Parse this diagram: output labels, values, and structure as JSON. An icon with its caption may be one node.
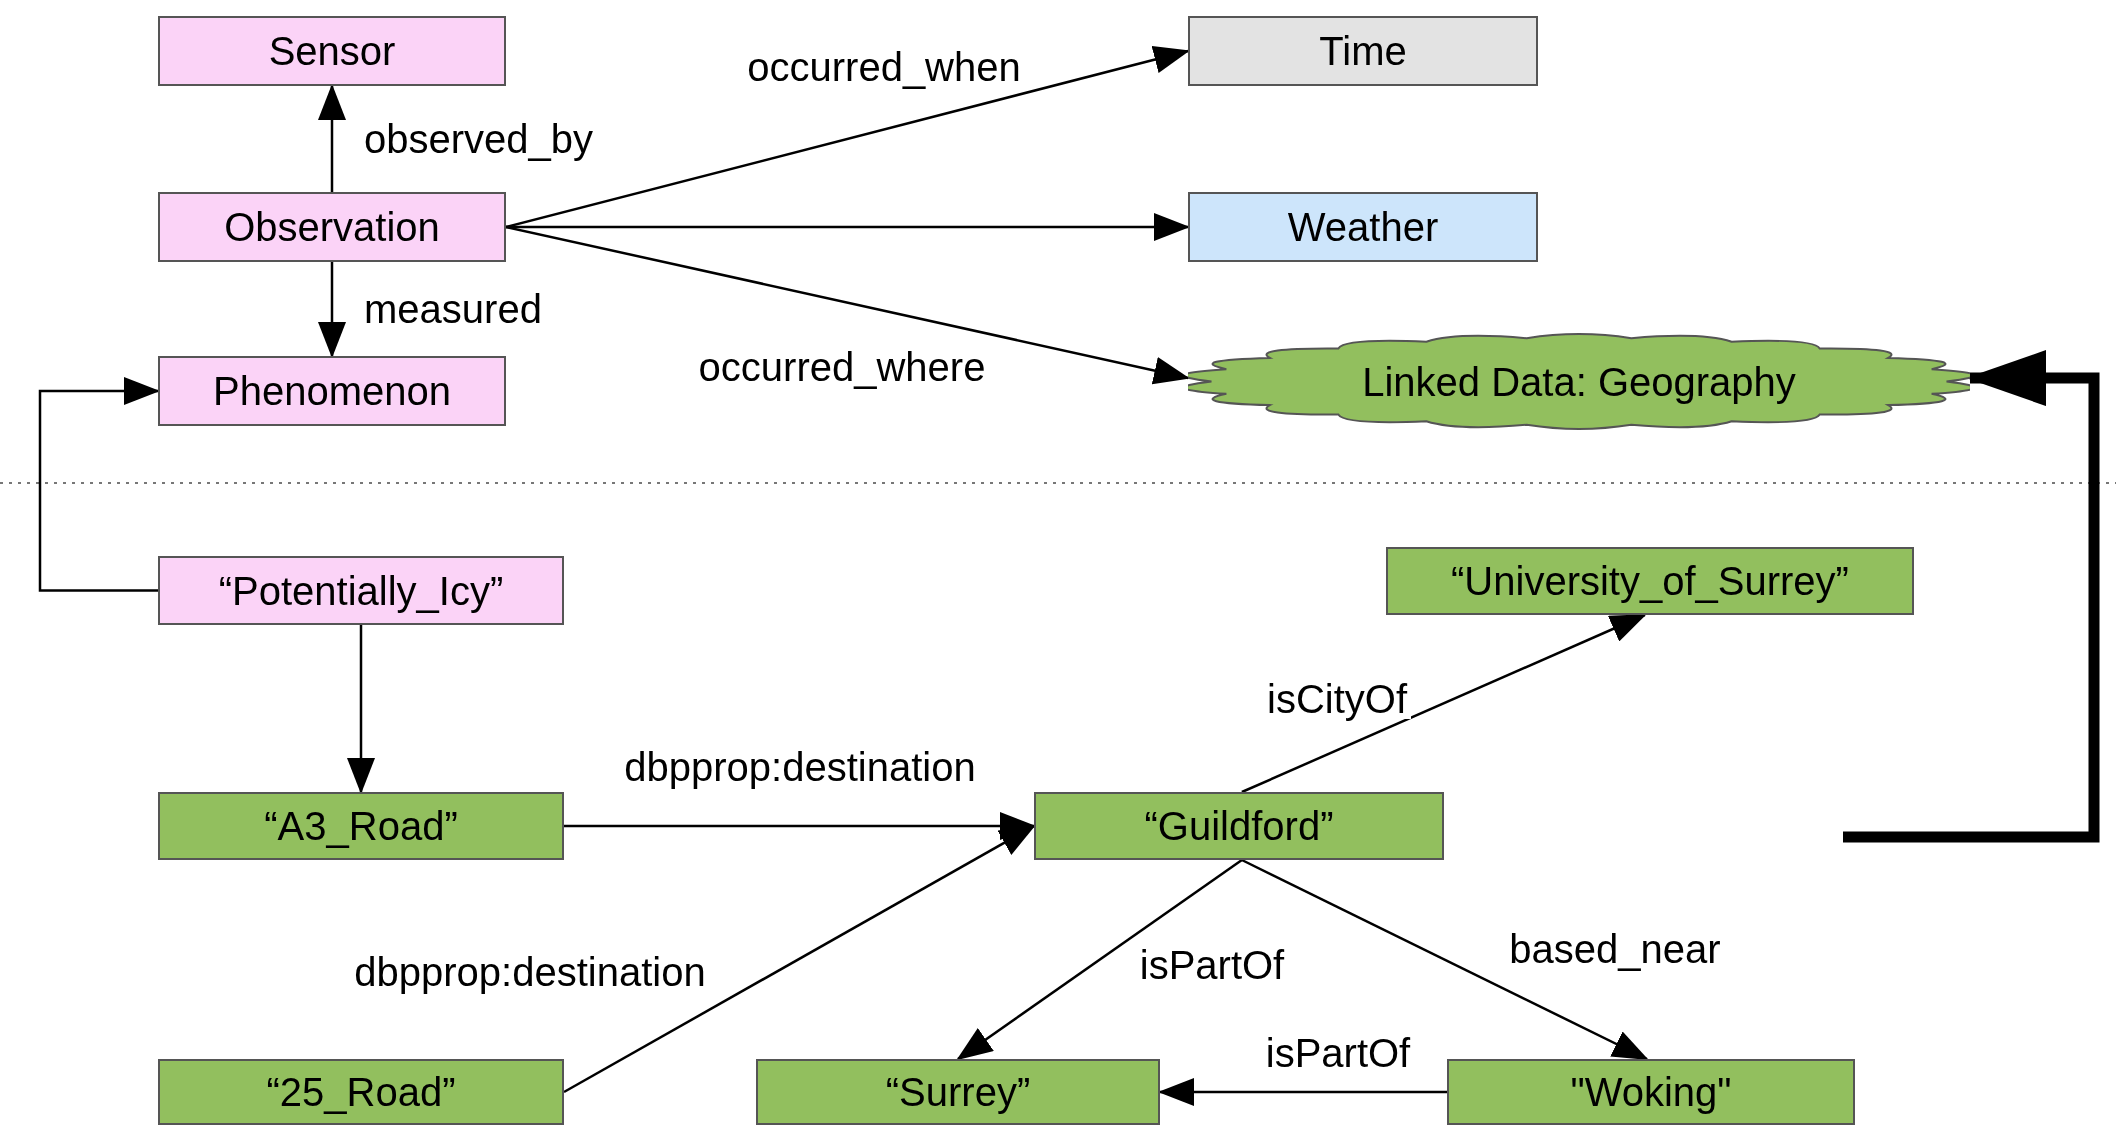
{
  "diagram": {
    "nodes": [
      {
        "text": [
          "Sensor"
        ]
      },
      {
        "text": [
          "Time"
        ]
      },
      {
        "text": [
          "Observation"
        ]
      },
      {
        "text": [
          "Weather"
        ]
      },
      {
        "text": [
          "Phenomenon"
        ]
      },
      {
        "text": [
          "Linked Data: Geography"
        ]
      },
      {
        "text": [
          "“Potentially_Icy”"
        ]
      },
      {
        "text": [
          "“University_of_Surrey”"
        ]
      },
      {
        "text": [
          "“A3_Road”"
        ]
      },
      {
        "text": [
          "“Guildford”"
        ]
      },
      {
        "text": [
          "“25_Road”"
        ]
      },
      {
        "text": [
          "“Surrey”"
        ]
      },
      {
        "text": [
          "\"Woking\""
        ]
      }
    ],
    "edges": [
      {
        "from": 2,
        "to": 0,
        "arrow": "to",
        "label": "observed_by"
      },
      {
        "from": 2,
        "to": 1,
        "arrow": "to",
        "label": "occurred_when"
      },
      {
        "from": 2,
        "to": 3,
        "arrow": "to"
      },
      {
        "from": 2,
        "to": 4,
        "arrow": "to",
        "label": "measured"
      },
      {
        "from": 2,
        "to": 5,
        "arrow": "to",
        "label": "occurred_where"
      },
      {
        "from": 6,
        "to": 4,
        "arrow": "to"
      },
      {
        "from": 6,
        "to": 8,
        "arrow": "to"
      },
      {
        "from": 8,
        "to": 9,
        "arrow": "to",
        "label": "dbpprop:destination"
      },
      {
        "from": 10,
        "to": 9,
        "arrow": "to",
        "label": "dbpprop:destination"
      },
      {
        "from": 9,
        "to": 7,
        "arrow": "to",
        "label": "isCityOf"
      },
      {
        "from": 9,
        "to": 11,
        "arrow": "to",
        "label": "isPartOf"
      },
      {
        "from": 9,
        "to": 12,
        "arrow": "to",
        "label": "based_near"
      },
      {
        "from": 12,
        "to": 11,
        "arrow": "to",
        "label": "isPartOf"
      },
      {
        "from": null,
        "to": 5,
        "arrow": "to",
        "style": "thick"
      }
    ]
  }
}
